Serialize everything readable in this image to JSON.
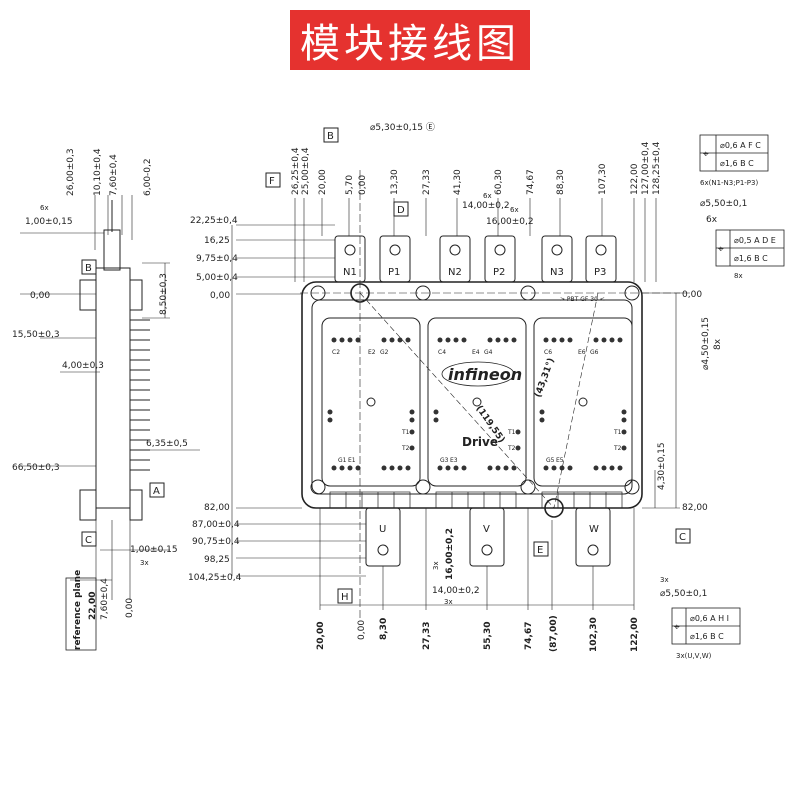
{
  "banner": {
    "title": "模块接线图",
    "color": "#e5322f"
  },
  "brand": {
    "logo_text": "infineon",
    "drive_text": "Drive"
  },
  "side_view": {
    "top_dims": [
      "26,00±0,3",
      "10,10±0,4",
      "7,60±0,4",
      "6,00-0,2"
    ],
    "left_dims": [
      "6x",
      "1,00±0,15",
      "0,00",
      "15,50±0,3",
      "4,00±0,3",
      "66,50±0,3"
    ],
    "right_dims": [
      "8,50±0,3",
      "6,35±0,5"
    ],
    "bottom_dims": [
      "1,00±0,15",
      "3x",
      "0,00",
      "7,60±0,4",
      "22,00",
      "reference plane"
    ],
    "datums": [
      "B",
      "A",
      "C"
    ]
  },
  "front_view": {
    "top_dims": [
      "26,25±0,4",
      "25,00±0,4",
      "20,00",
      "5,70",
      "0,00",
      "13,30",
      "27,33",
      "41,30",
      "60,30",
      "74,67",
      "88,30",
      "107,30",
      "122,00",
      "127,00±0,4",
      "128,25±0,4"
    ],
    "top_small": [
      "⌀5,30±0,15 Ⓔ",
      "6x",
      "14,00±0,2",
      "16,00±0,2",
      "6x"
    ],
    "left_dims": [
      "22,25±0,4",
      "16,25",
      "9,75±0,4",
      "5,00±0,4",
      "0,00",
      "82,00",
      "87,00±0,4",
      "90,75±0,4",
      "98,25",
      "104,25±0,4"
    ],
    "right_dims": [
      "⌀5,50±0,1",
      "6x",
      "0,00",
      "⌀4,50±0,15",
      "8x",
      "4,30±0,15",
      "82,00"
    ],
    "bottom_dims": [
      "20,00",
      "0,00",
      "8,30",
      "27,33",
      "55,30",
      "74,67",
      "(87,00)",
      "102,30",
      "122,00"
    ],
    "bottom_small": [
      "3x",
      "16,00±0,2",
      "14,00±0,2",
      "3x",
      "3x",
      "⌀5,50±0,1"
    ],
    "datums": [
      "B",
      "F",
      "D",
      "E",
      "H",
      "C"
    ],
    "terminals_top": [
      "N1",
      "P1",
      "N2",
      "P2",
      "N3",
      "P3"
    ],
    "terminals_bottom": [
      "U",
      "V",
      "W"
    ],
    "pin_labels": [
      "C2",
      "E2",
      "G2",
      "C4",
      "E4",
      "G4",
      "C6",
      "E6",
      "G6",
      "G1",
      "E1",
      "G3",
      "E3",
      "G5",
      "E5",
      "T1",
      "T2",
      "T1",
      "T2",
      "T1",
      "T2"
    ],
    "angles": [
      "(43,31°)",
      "(119,55)"
    ],
    "part_ref": "> PBT GF 30 <",
    "tolerance_frames": [
      {
        "rows": [
          "⌀0,6 A F C",
          "⌀1,6 B C"
        ],
        "note": "6x(N1-N3;P1-P3)"
      },
      {
        "rows": [
          "⌀0,5 A D E",
          "⌀1,6 B C"
        ],
        "note": "8x"
      },
      {
        "rows": [
          "⌀0,6 A H I",
          "⌀1,6 B C"
        ],
        "note": "3x(U,V,W)"
      }
    ]
  }
}
